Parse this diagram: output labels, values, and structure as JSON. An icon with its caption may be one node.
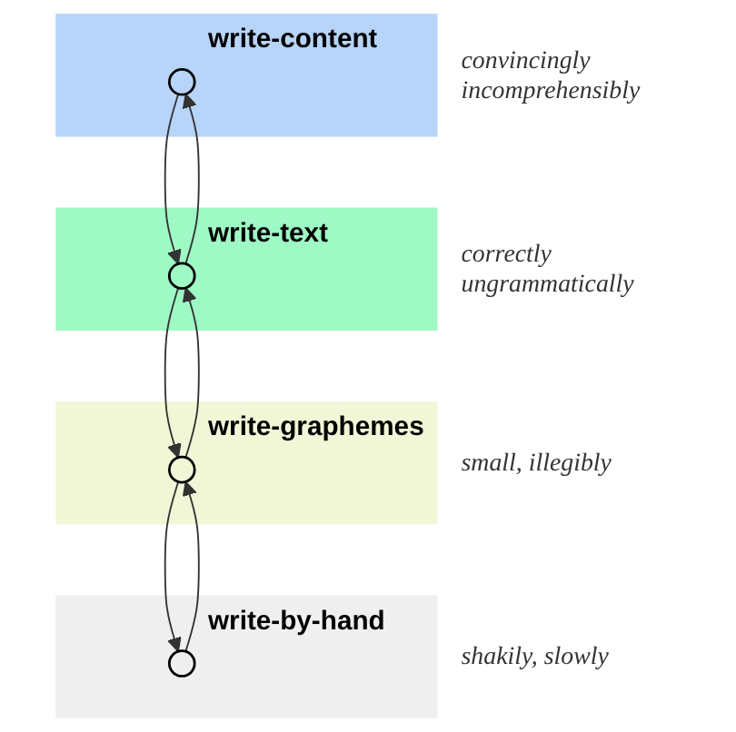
{
  "diagram": {
    "nodes": [
      {
        "text": [
          "write-content"
        ],
        "beside": [
          "convincingly incomprehensibly"
        ]
      },
      {
        "text": [],
        "shape": "circle",
        "in": 0
      },
      {
        "text": [
          "write-text"
        ],
        "beside": [
          "correctly ungrammatically"
        ]
      },
      {
        "text": [],
        "shape": "circle",
        "in": 2
      },
      {
        "text": [
          "write-graphemes"
        ],
        "beside": [
          "small, illegibly"
        ]
      },
      {
        "text": [],
        "shape": "circle",
        "in": 4
      },
      {
        "text": [
          "write-by-hand"
        ],
        "beside": [
          "shakily, slowly"
        ]
      },
      {
        "text": [],
        "shape": "circle",
        "in": 6
      }
    ],
    "edges": [
      {
        "from": 1,
        "to": 3,
        "arrow": "to"
      },
      {
        "from": 3,
        "to": 1,
        "arrow": "to"
      },
      {
        "from": 3,
        "to": 5,
        "arrow": "to"
      },
      {
        "from": 5,
        "to": 3,
        "arrow": "to"
      },
      {
        "from": 5,
        "to": 7,
        "arrow": "to"
      },
      {
        "from": 7,
        "to": 5,
        "arrow": "to"
      }
    ]
  }
}
